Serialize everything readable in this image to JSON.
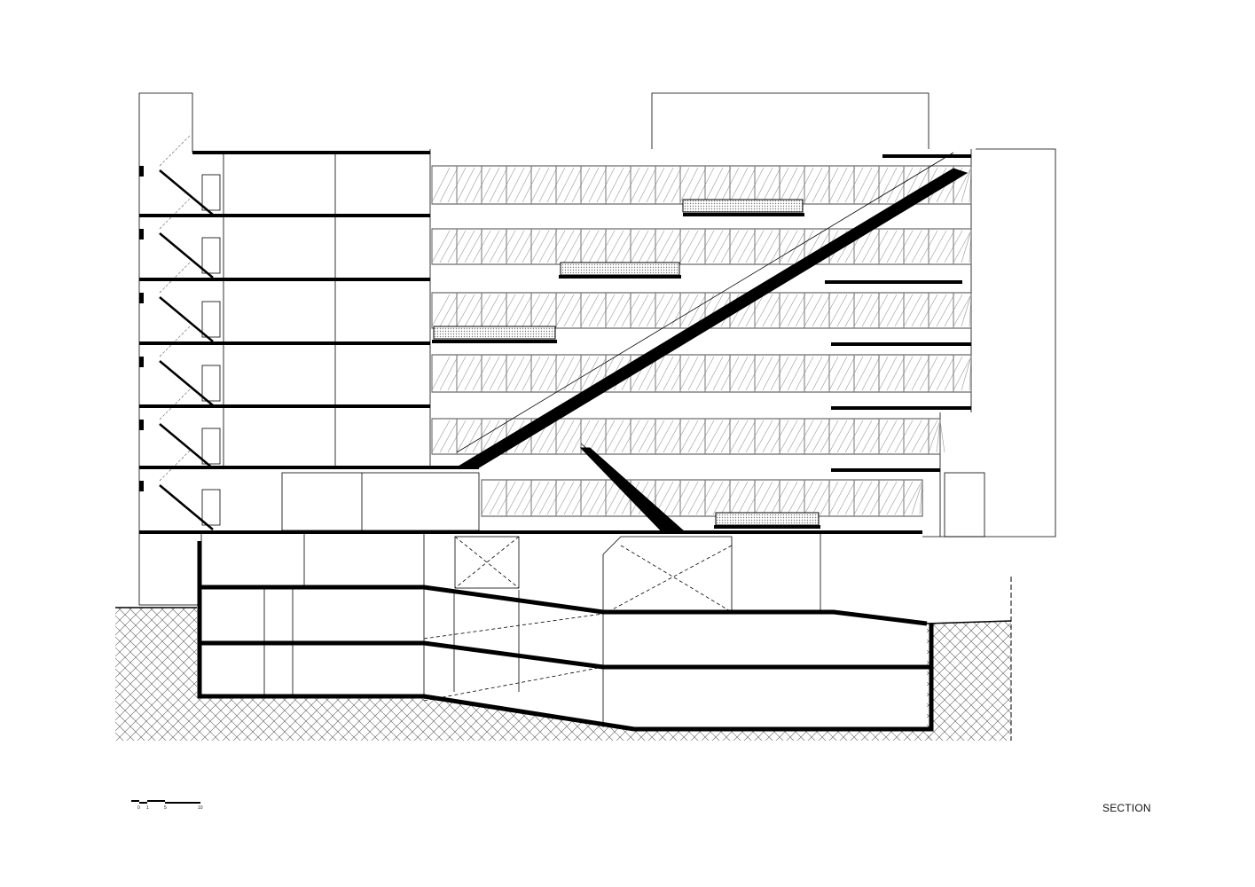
{
  "drawing": {
    "title": "SECTION",
    "scale_bar": {
      "labels": [
        "0",
        "1",
        "5",
        "10"
      ]
    },
    "colors": {
      "line": "#000000",
      "hatch": "#555555",
      "paper": "#ffffff"
    }
  }
}
